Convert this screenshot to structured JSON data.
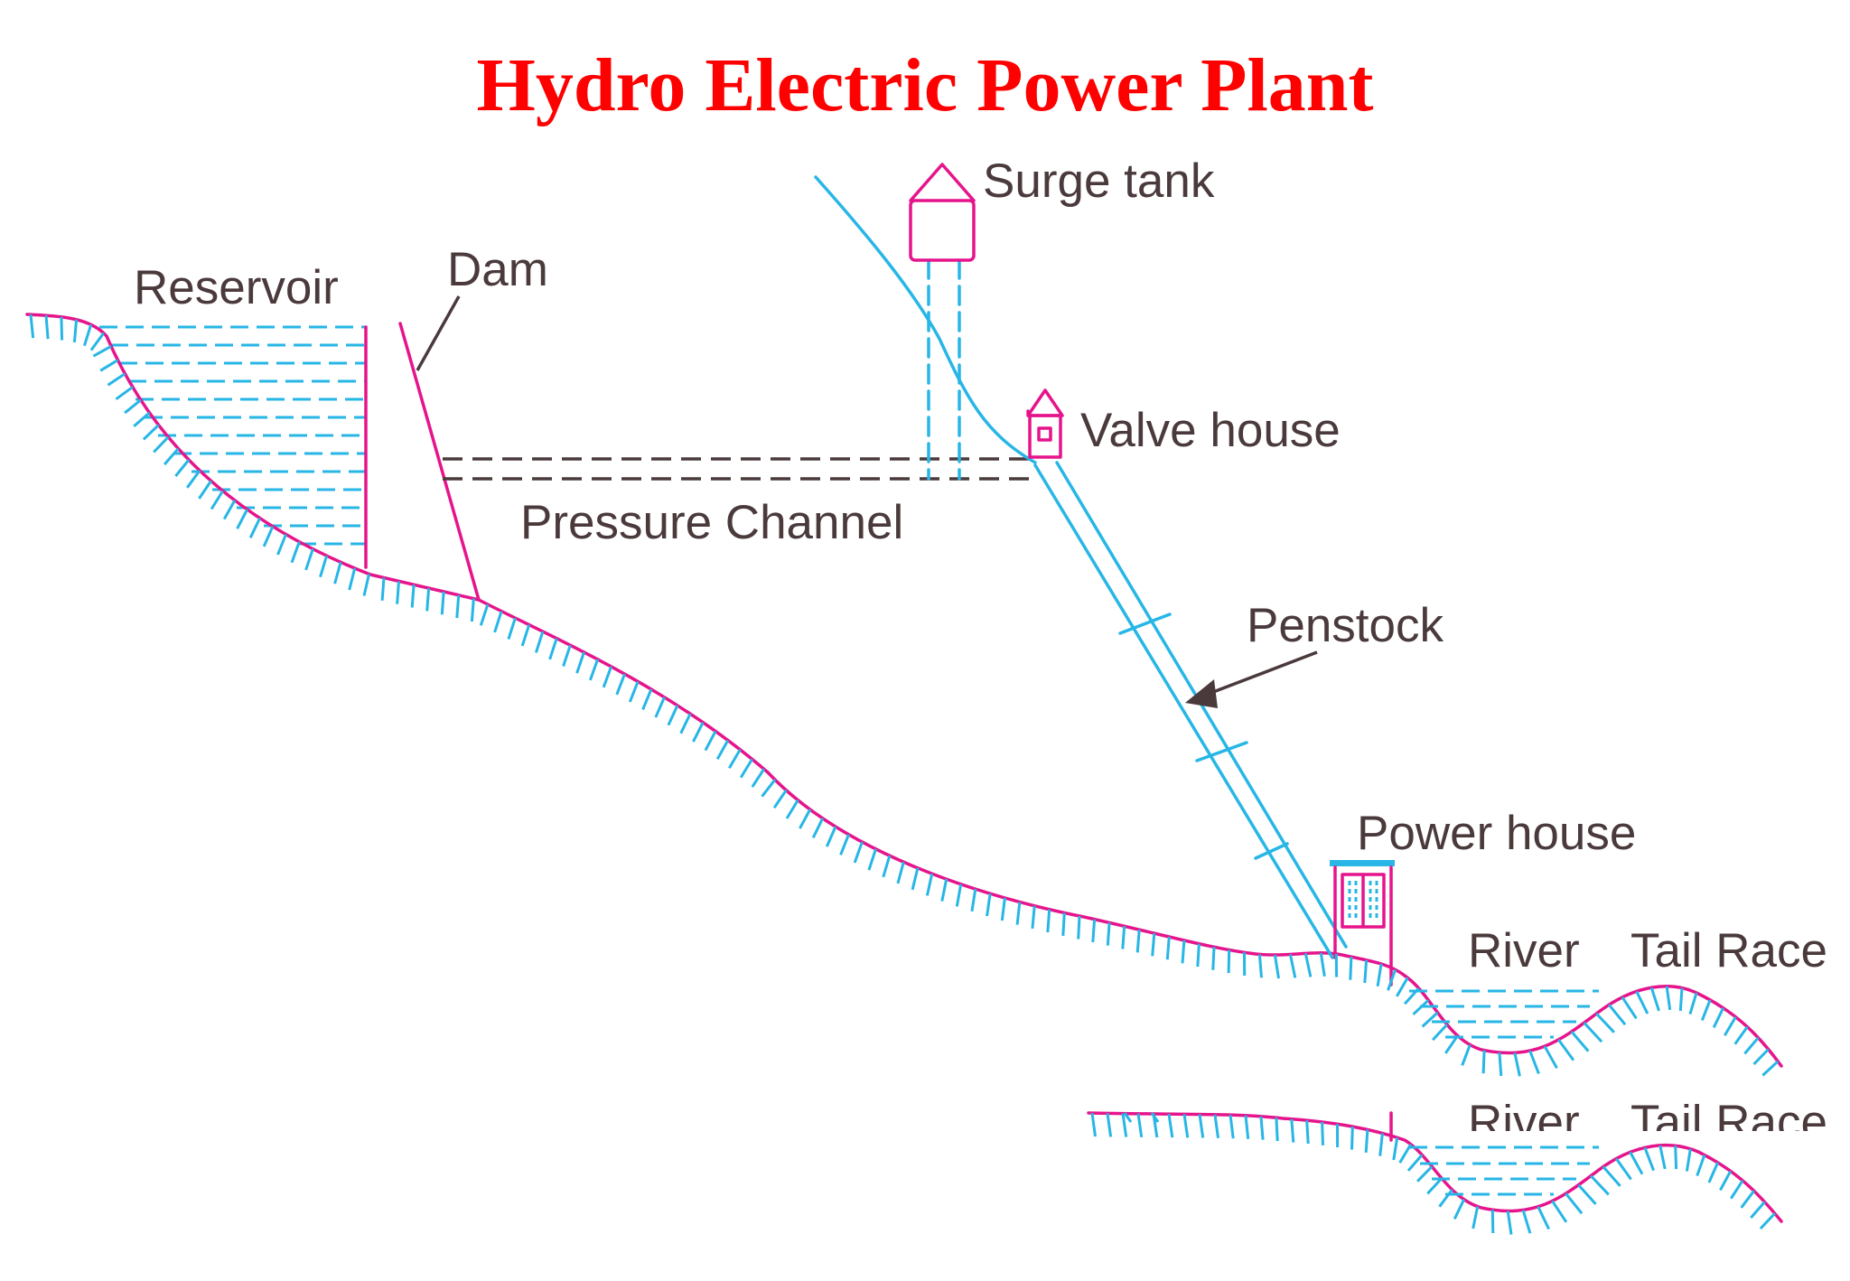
{
  "title": "Hydro Electric Power Plant",
  "labels": {
    "reservoir": "Reservoir",
    "dam": "Dam",
    "surge_tank": "Surge tank",
    "valve_house": "Valve house",
    "pressure_channel": "Pressure Channel",
    "penstock": "Penstock",
    "power_house": "Power house",
    "river": "River",
    "tail_race": "Tail Race"
  },
  "colors": {
    "title": "#ff0000",
    "structures": "#e6148c",
    "water_and_ground_hatch": "#27b6e6",
    "labels": "#4a3a3c"
  }
}
